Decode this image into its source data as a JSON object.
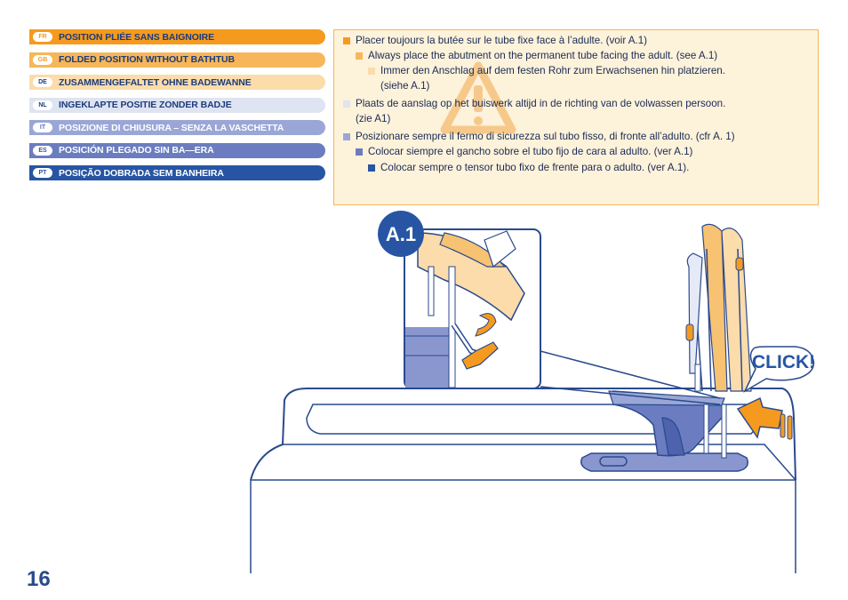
{
  "languages": [
    {
      "code": "FR",
      "title": "POSITION PLIÉE SANS BAIGNOIRE",
      "bg": "#f59a1e",
      "text": "#1d3c7a",
      "code_color": "#f59a1e"
    },
    {
      "code": "GB",
      "title": "FOLDED POSITION WITHOUT BATHTUB",
      "bg": "#f7b659",
      "text": "#1d3c7a",
      "code_color": "#f59a1e"
    },
    {
      "code": "DE",
      "title": "ZUSAMMENGEFALTET OHNE BADEWANNE",
      "bg": "#fbdcaa",
      "text": "#1d3c7a",
      "code_color": "#1d3c7a"
    },
    {
      "code": "NL",
      "title": "INGEKLAPTE POSITIE ZONDER BADJE",
      "bg": "#dfe4f2",
      "text": "#1d3c7a",
      "code_color": "#1d3c7a"
    },
    {
      "code": "IT",
      "title": "POSIZIONE DI CHIUSURA – SENZA LA VASCHETTA",
      "bg": "#9aa7d6",
      "text": "#ffffff",
      "code_color": "#5d6fb5"
    },
    {
      "code": "ES",
      "title": "POSICIÓN PLEGADO SIN BA—ERA",
      "bg": "#6b7dc0",
      "text": "#ffffff",
      "code_color": "#3f54a0"
    },
    {
      "code": "PT",
      "title": "POSIÇÃO DOBRADA SEM BANHEIRA",
      "bg": "#2755a3",
      "text": "#ffffff",
      "code_color": "#2755a3"
    }
  ],
  "instructions": [
    {
      "lang": "FR",
      "lines": [
        "Placer toujours la butée sur le tube fixe face à l’adulte. (voir A.1)"
      ],
      "bullet": "#f59a1e"
    },
    {
      "lang": "GB",
      "lines": [
        "Always place the abutment on the permanent tube facing the adult. (see A.1)"
      ],
      "bullet": "#f7b659"
    },
    {
      "lang": "DE",
      "lines": [
        "Immer den Anschlag auf dem festen Rohr zum Erwachsenen hin platzieren.",
        "(siehe A.1)"
      ],
      "bullet": "#fbdcaa"
    },
    {
      "lang": "NL",
      "lines": [
        "Plaats de aanslag op het buiswerk altijd in de richting van de volwassen persoon.",
        "(zie A1)"
      ],
      "bullet": "#dfe4f2"
    },
    {
      "lang": "IT",
      "lines": [
        "Posizionare sempre il fermo di sicurezza sul tubo fisso, di fronte all’adulto. (cfr A. 1)"
      ],
      "bullet": "#9aa7d6"
    },
    {
      "lang": "ES",
      "lines": [
        "Colocar siempre el gancho sobre el tubo fijo de cara al adulto. (ver A.1)"
      ],
      "bullet": "#6b7dc0"
    },
    {
      "lang": "PT",
      "lines": [
        "Colocar sempre o tensor tubo fixo de frente para o adulto. (ver A.1)."
      ],
      "bullet": "#2755a3"
    }
  ],
  "figure": {
    "label": "A.1",
    "click_label": "CLICK!",
    "warning_icon": "warning-triangle-icon"
  },
  "page_number": "16"
}
